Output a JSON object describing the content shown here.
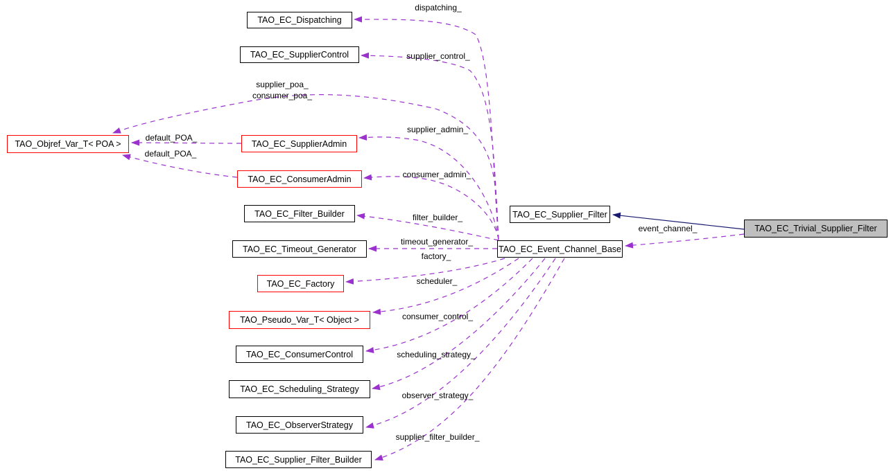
{
  "diagram": {
    "colors": {
      "background": "#ffffff",
      "text": "#000000",
      "collaboration_edge": "#9a32cd",
      "inheritance_edge": "#191970",
      "plain_node_border": "#000000",
      "red_node_border": "#ff0000",
      "current_node_fill": "#bfbfbf"
    },
    "nodes": [
      {
        "id": "dispatching",
        "label": "TAO_EC_Dispatching",
        "style": "plain"
      },
      {
        "id": "supplier_control",
        "label": "TAO_EC_SupplierControl",
        "style": "plain"
      },
      {
        "id": "objref_var",
        "label": "TAO_Objref_Var_T< POA >",
        "style": "red"
      },
      {
        "id": "supplier_admin",
        "label": "TAO_EC_SupplierAdmin",
        "style": "red"
      },
      {
        "id": "consumer_admin",
        "label": "TAO_EC_ConsumerAdmin",
        "style": "red"
      },
      {
        "id": "filter_builder",
        "label": "TAO_EC_Filter_Builder",
        "style": "plain"
      },
      {
        "id": "timeout_generator",
        "label": "TAO_EC_Timeout_Generator",
        "style": "plain"
      },
      {
        "id": "factory",
        "label": "TAO_EC_Factory",
        "style": "red"
      },
      {
        "id": "pseudo_var",
        "label": "TAO_Pseudo_Var_T< Object >",
        "style": "red"
      },
      {
        "id": "consumer_control",
        "label": "TAO_EC_ConsumerControl",
        "style": "plain"
      },
      {
        "id": "scheduling_strategy",
        "label": "TAO_EC_Scheduling_Strategy",
        "style": "plain"
      },
      {
        "id": "observer_strategy",
        "label": "TAO_EC_ObserverStrategy",
        "style": "plain"
      },
      {
        "id": "supplier_filter_builder",
        "label": "TAO_EC_Supplier_Filter_Builder",
        "style": "plain"
      },
      {
        "id": "supplier_filter",
        "label": "TAO_EC_Supplier_Filter",
        "style": "plain"
      },
      {
        "id": "event_channel_base",
        "label": "TAO_EC_Event_Channel_Base",
        "style": "plain"
      },
      {
        "id": "trivial_supplier_filter",
        "label": "TAO_EC_Trivial_Supplier_Filter",
        "style": "current"
      }
    ],
    "edges": [
      {
        "id": "dispatching",
        "type": "collaboration",
        "labels": [
          "dispatching_"
        ]
      },
      {
        "id": "supplier_control",
        "type": "collaboration",
        "labels": [
          "supplier_control_"
        ]
      },
      {
        "id": "poa",
        "type": "collaboration",
        "labels": [
          "supplier_poa_",
          "consumer_poa_"
        ]
      },
      {
        "id": "default_poa_supplier",
        "type": "collaboration",
        "labels": [
          "default_POA_"
        ]
      },
      {
        "id": "default_poa_consumer",
        "type": "collaboration",
        "labels": [
          "default_POA_"
        ]
      },
      {
        "id": "supplier_admin",
        "type": "collaboration",
        "labels": [
          "supplier_admin_"
        ]
      },
      {
        "id": "consumer_admin",
        "type": "collaboration",
        "labels": [
          "consumer_admin_"
        ]
      },
      {
        "id": "filter_builder",
        "type": "collaboration",
        "labels": [
          "filter_builder_"
        ]
      },
      {
        "id": "timeout_generator",
        "type": "collaboration",
        "labels": [
          "timeout_generator_"
        ]
      },
      {
        "id": "factory",
        "type": "collaboration",
        "labels": [
          "factory_"
        ]
      },
      {
        "id": "scheduler",
        "type": "collaboration",
        "labels": [
          "scheduler_"
        ]
      },
      {
        "id": "consumer_control",
        "type": "collaboration",
        "labels": [
          "consumer_control_"
        ]
      },
      {
        "id": "scheduling_strategy",
        "type": "collaboration",
        "labels": [
          "scheduling_strategy_"
        ]
      },
      {
        "id": "observer_strategy",
        "type": "collaboration",
        "labels": [
          "observer_strategy_"
        ]
      },
      {
        "id": "supplier_filter_builder",
        "type": "collaboration",
        "labels": [
          "supplier_filter_builder_"
        ]
      },
      {
        "id": "event_channel",
        "type": "collaboration",
        "labels": [
          "event_channel_"
        ]
      },
      {
        "id": "inheritance",
        "type": "inheritance",
        "labels": []
      }
    ]
  }
}
